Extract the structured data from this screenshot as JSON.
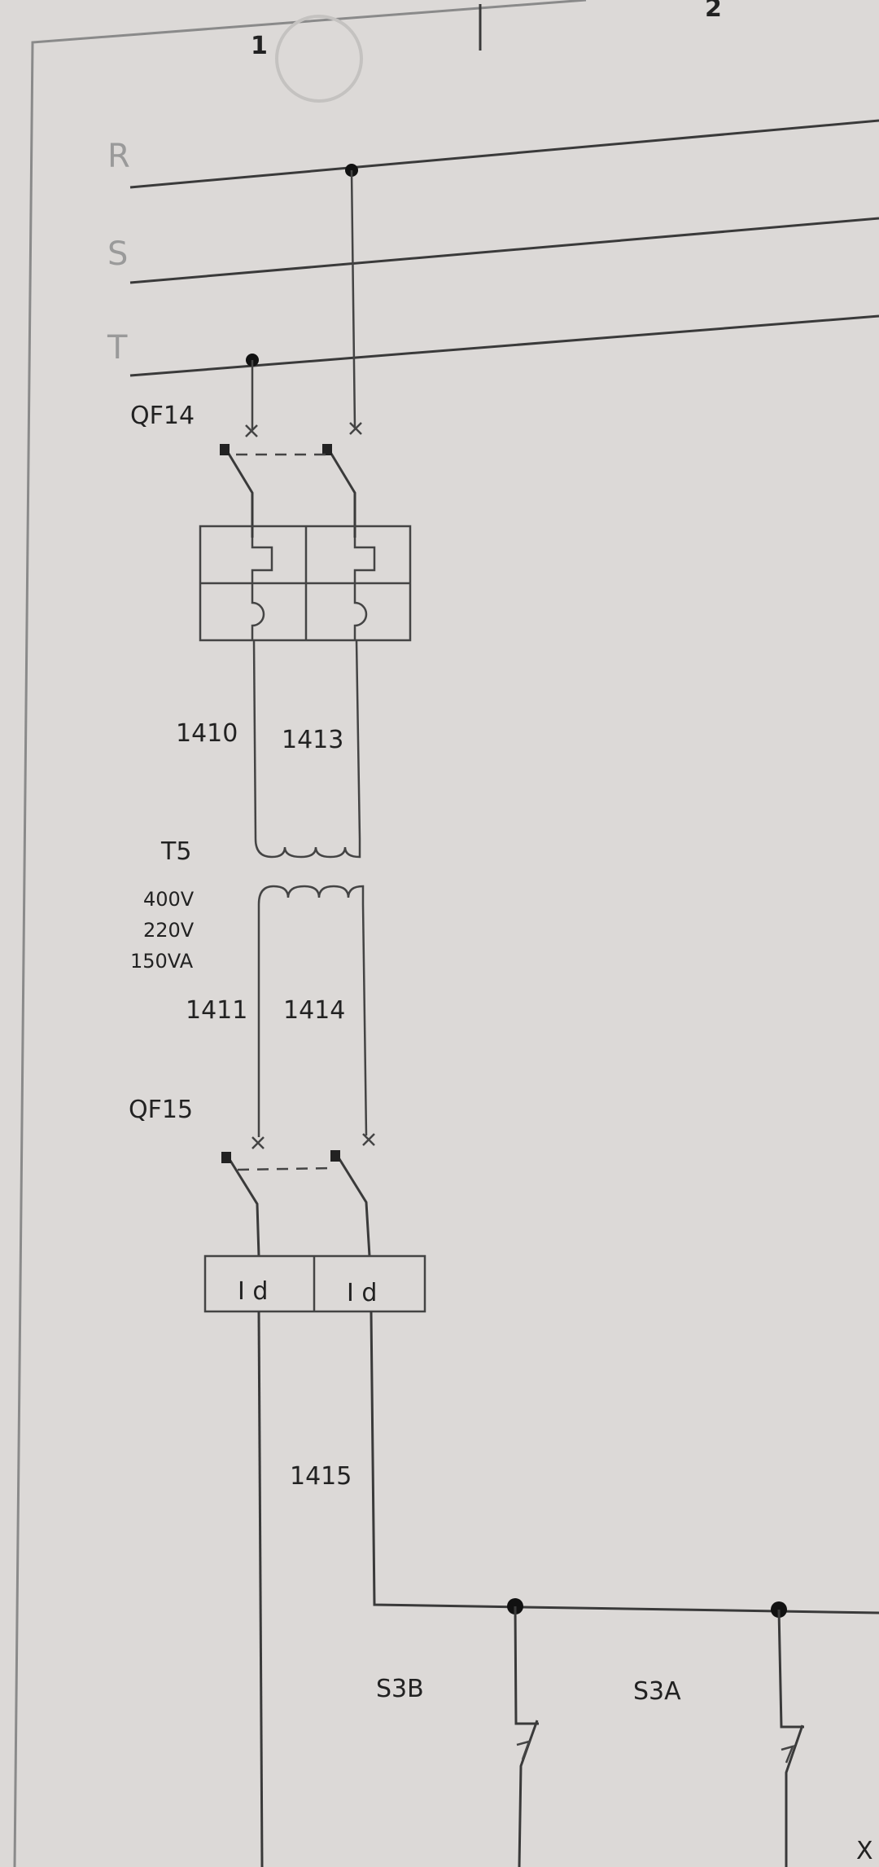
{
  "sheet": {
    "column_numbers": [
      "1",
      "2"
    ]
  },
  "bus": {
    "phases": [
      "R",
      "S",
      "T"
    ]
  },
  "components": {
    "qf14": {
      "label": "QF14"
    },
    "wire_1410": "1410",
    "wire_1413": "1413",
    "transformer": {
      "label": "T5",
      "primary_voltage": "400V",
      "secondary_voltage": "220V",
      "power": "150VA"
    },
    "wire_1411": "1411",
    "wire_1414": "1414",
    "qf15": {
      "label": "QF15",
      "trip_symbol_left": "I d",
      "trip_symbol_right": "I d"
    },
    "wire_1415": "1415",
    "s3b": {
      "label": "S3B"
    },
    "s3a": {
      "label": "S3A"
    },
    "partial_label": "X"
  },
  "colors": {
    "paper": "#dcd9d7",
    "ink": "#3a3a3a"
  }
}
